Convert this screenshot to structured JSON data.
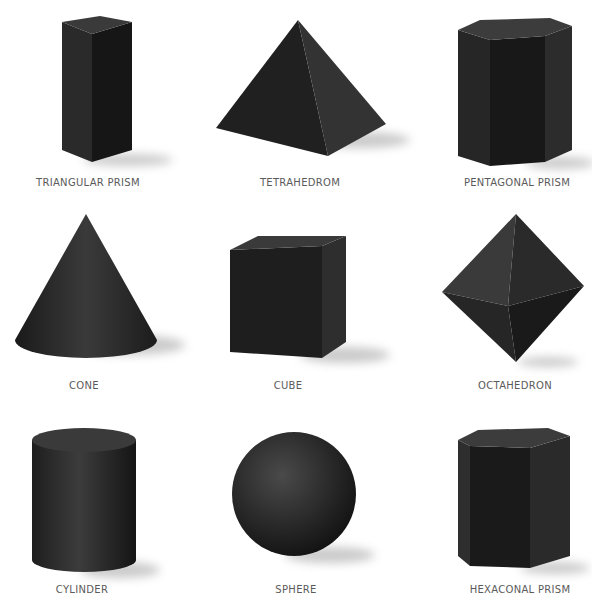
{
  "diagram": {
    "labels": [
      "TRIANGULAR PRISM",
      "TETRAHEDROM",
      "PENTAGONAL PRISM",
      "CONE",
      "CUBE",
      "OCTAHEDRON",
      "CYLINDER",
      "SPHERE",
      "HEXACONAL PRISM"
    ]
  }
}
